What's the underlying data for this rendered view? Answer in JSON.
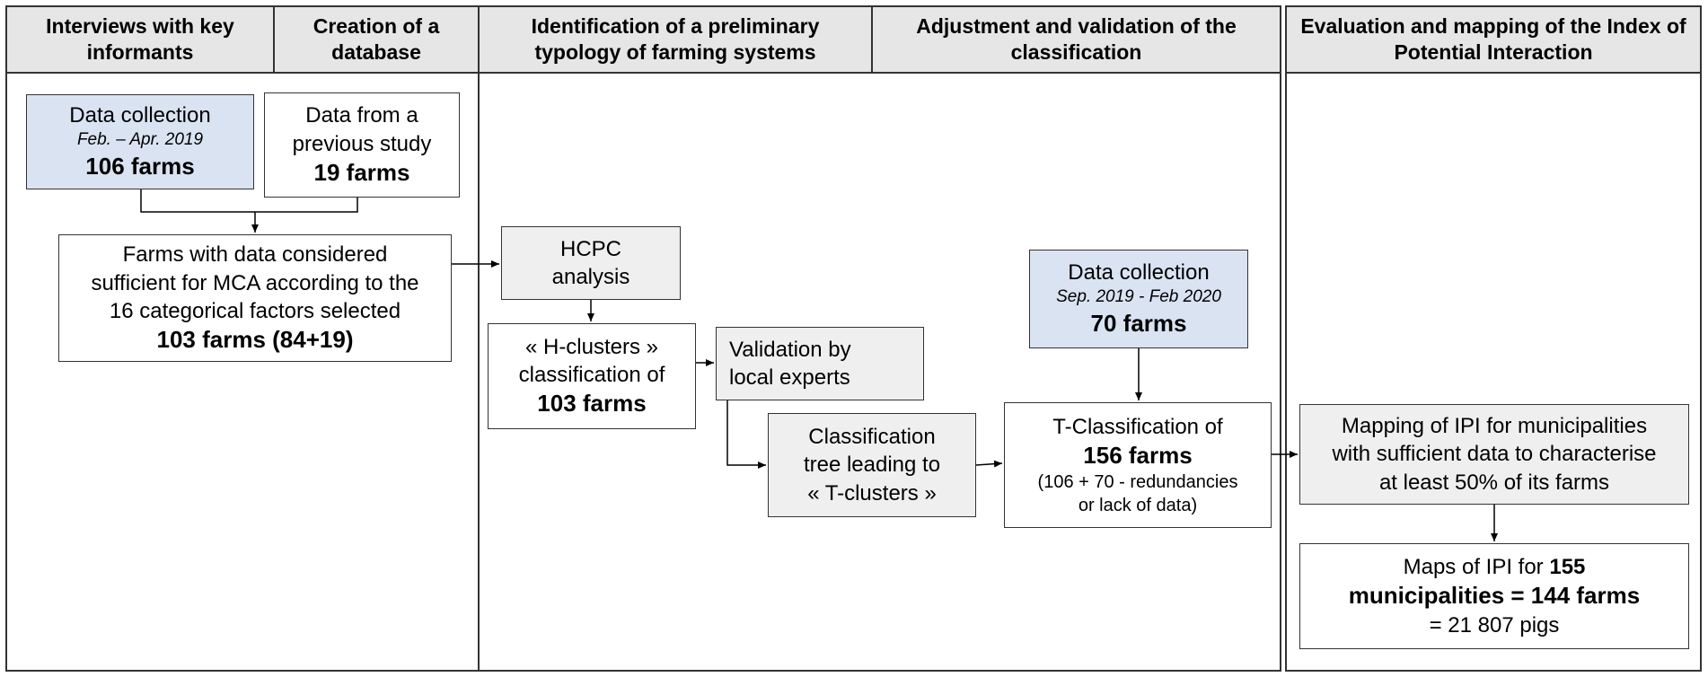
{
  "headers": {
    "interviews": "Interviews with key informants",
    "database": "Creation of a database",
    "identification": "Identification of a preliminary typology of farming systems",
    "adjustment": "Adjustment and validation of the classification",
    "evaluation": "Evaluation and mapping of the Index of Potential Interaction"
  },
  "boxes": {
    "data_collection_1": {
      "title": "Data collection",
      "dates": "Feb. – Apr. 2019",
      "count": "106 farms"
    },
    "previous_study": {
      "title_l1": "Data from a",
      "title_l2": "previous study",
      "count": "19 farms"
    },
    "sufficient": {
      "l1": "Farms with data considered",
      "l2": "sufficient for MCA according to the",
      "l3": "16 categorical factors selected",
      "count": "103 farms (84+19)"
    },
    "hcpc": {
      "l1": "HCPC",
      "l2": "analysis"
    },
    "h_clusters": {
      "l1": "« H-clusters »",
      "l2": "classification of",
      "count": "103 farms"
    },
    "validation": {
      "l1": "Validation by",
      "l2": "local experts"
    },
    "tree": {
      "l1": "Classification",
      "l2": "tree leading to",
      "l3": "« T-clusters »"
    },
    "data_collection_2": {
      "title": "Data collection",
      "dates": "Sep. 2019 - Feb 2020",
      "count": "70 farms"
    },
    "t_classification": {
      "l1": "T-Classification of",
      "count": "156 farms",
      "note_l1": "(106 + 70 - redundancies",
      "note_l2": "or lack of data)"
    },
    "mapping": {
      "l1": "Mapping of IPI for municipalities",
      "l2": "with sufficient data to characterise",
      "l3": "at least 50% of its farms"
    },
    "maps": {
      "l1_prefix": "Maps of IPI for ",
      "l1_bold": "155",
      "l2": "municipalities = 144 farms",
      "l3": "= 21 807 pigs"
    }
  },
  "colors": {
    "header_fill": "#e6e6e6",
    "grey_box": "#efefef",
    "blue_box": "#dae3f2",
    "border": "#333333"
  }
}
